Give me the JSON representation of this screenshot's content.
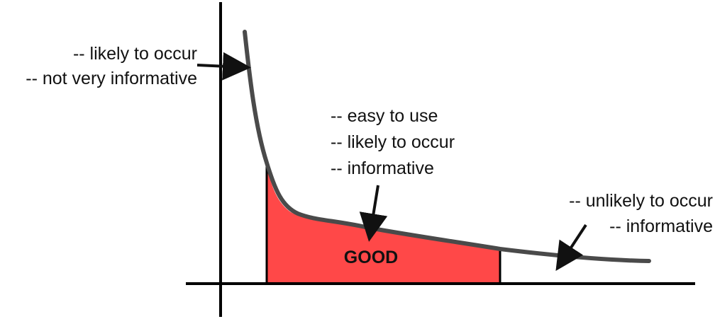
{
  "colors": {
    "curve": "#4a4a4a",
    "region_fill": "#ff4848",
    "axis": "#000000",
    "text": "#111111"
  },
  "annotations": {
    "left": {
      "line1": "-- likely to occur",
      "line2": "-- not very informative"
    },
    "middle": {
      "line1": "-- easy to use",
      "line2": "-- likely to occur",
      "line3": "-- informative"
    },
    "right": {
      "line1": "-- unlikely to occur",
      "line2": "-- informative"
    },
    "region_label": "GOOD"
  }
}
